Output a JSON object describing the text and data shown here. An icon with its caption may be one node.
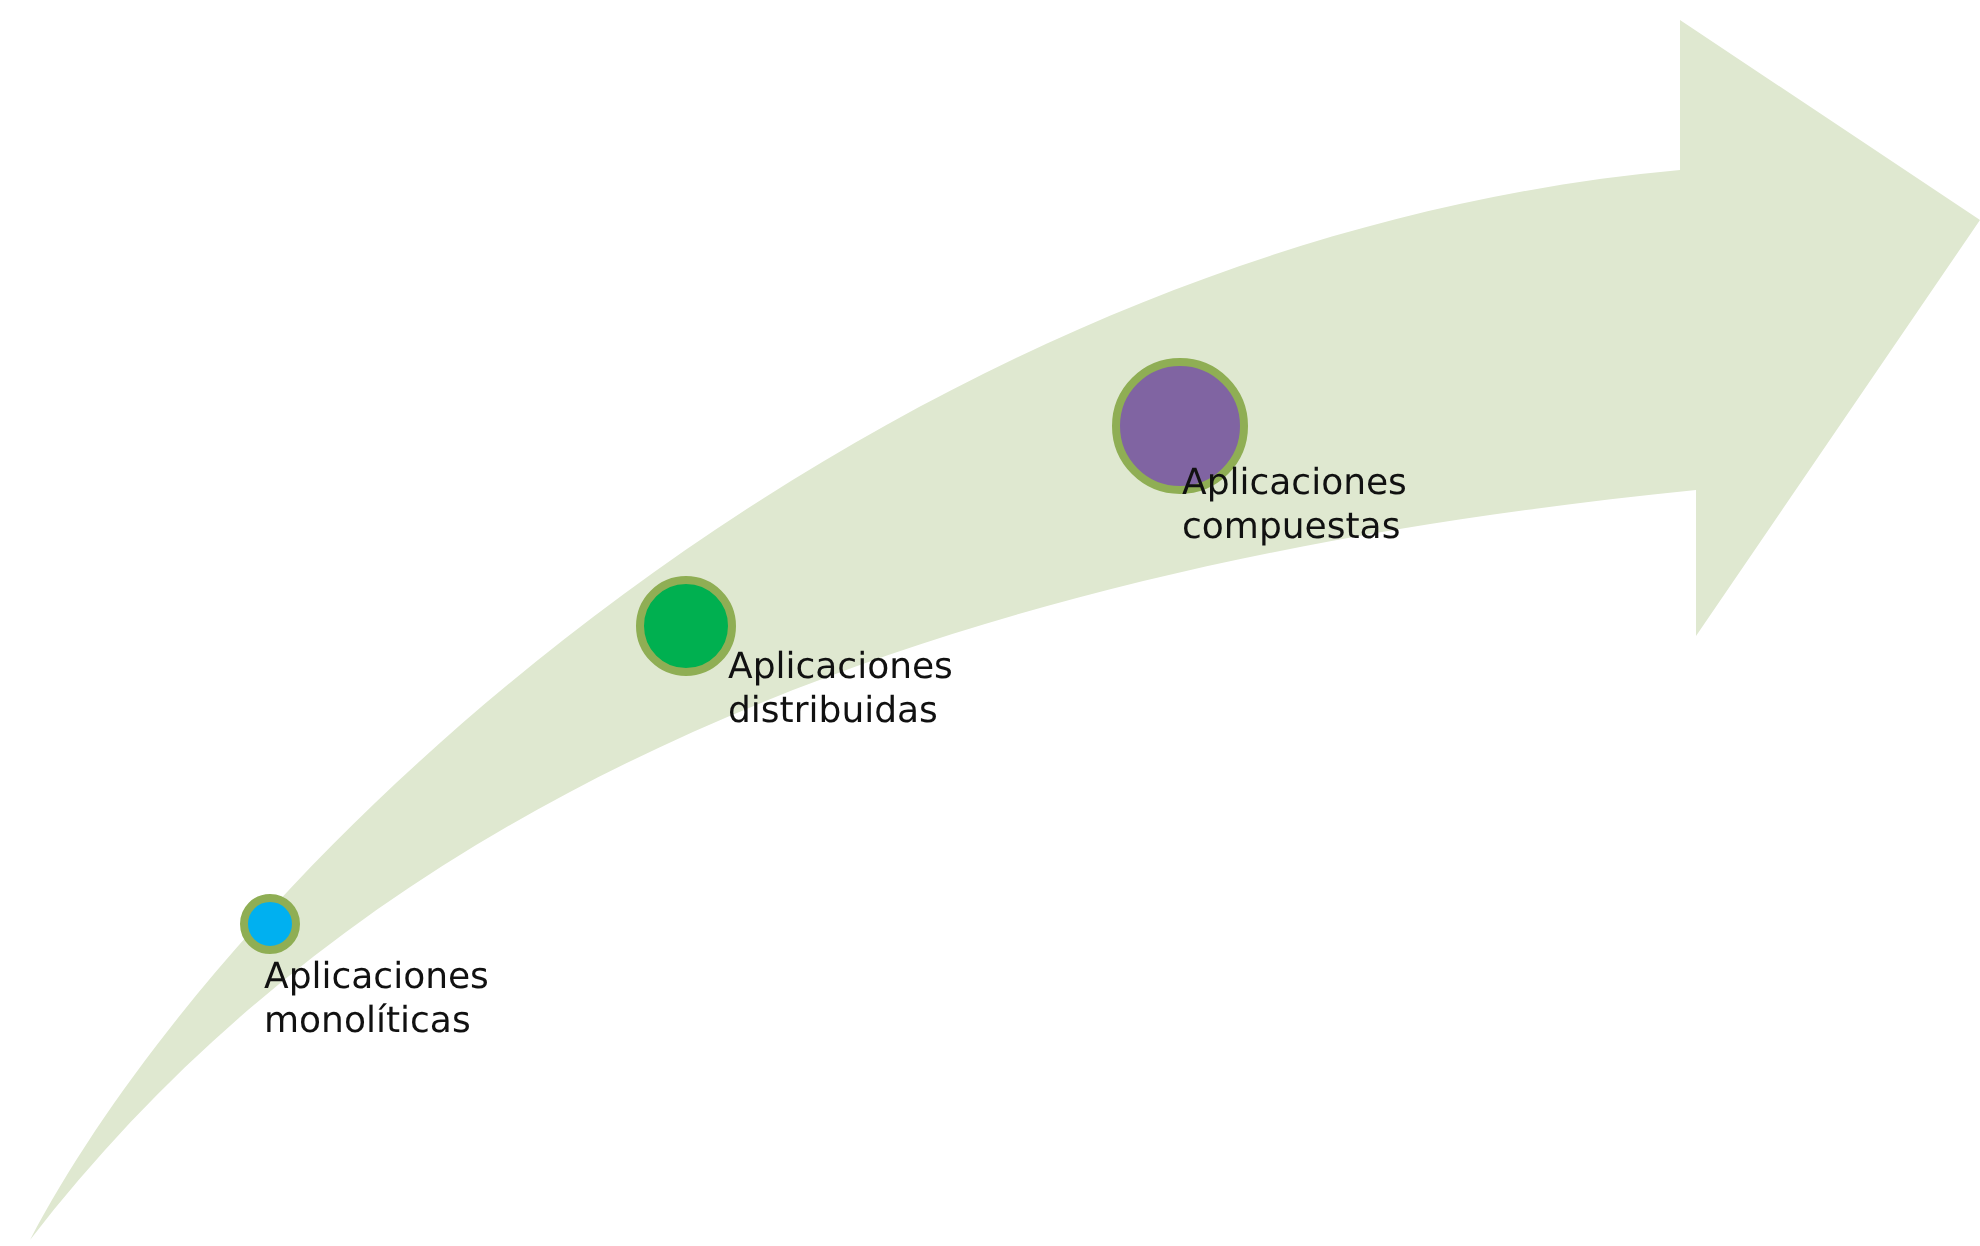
{
  "diagram": {
    "nodes": [
      {
        "text": [],
        "shape": "circle",
        "beside": [
          "Aplicaciones monolíticas"
        ]
      },
      {
        "text": [],
        "shape": "circle",
        "beside": [
          "Aplicaciones distribuidas"
        ]
      },
      {
        "text": [],
        "shape": "circle",
        "beside": [
          "Aplicaciones compuestas"
        ]
      }
    ]
  }
}
